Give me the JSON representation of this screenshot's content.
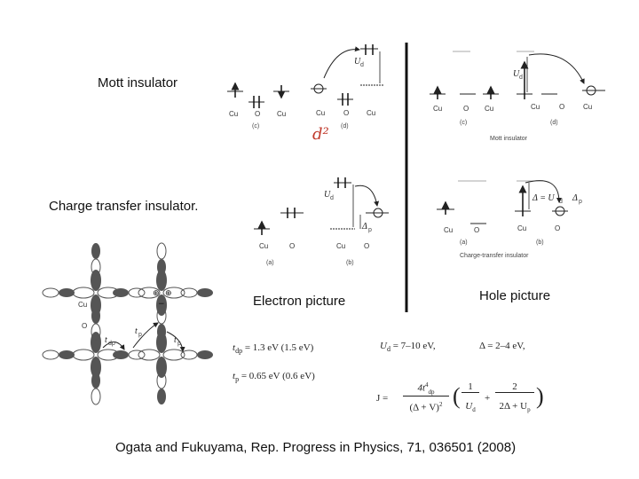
{
  "labels": {
    "mott_insulator": "Mott insulator",
    "charge_transfer_insulator": "Charge transfer insulator.",
    "electron_picture": "Electron picture",
    "hole_picture": "Hole picture",
    "citation": "Ogata and Fukuyama, Rep. Progress in Physics, 71, 036501 (2008)",
    "handwritten_note": "d²"
  },
  "diagram_text": {
    "cu": "Cu",
    "o": "O",
    "ud": "U",
    "ud_sub": "d",
    "delta_p": "Δ",
    "delta_p_sub": "p",
    "panel_c": "(c)",
    "panel_d": "(d)",
    "panel_a": "(a)",
    "panel_b": "(b)",
    "mott_caption": "Mott insulator",
    "ct_caption": "Charge-transfer insulator",
    "delta_eq_ud": "Δ = U",
    "lattice_cu": "Cu",
    "lattice_o": "O",
    "tdp": "t",
    "tdp_sub": "dp",
    "tp": "t",
    "tp_sub": "p"
  },
  "formulas": {
    "tdp_line": "t",
    "tdp_sub": "dp",
    "tdp_value": " = 1.3 eV (1.5 eV)",
    "tp_line": "t",
    "tp_sub": "p",
    "tp_value": " = 0.65 eV (0.6 eV)",
    "ud_line": "U",
    "ud_sub": "d",
    "ud_value": " = 7–10 eV,",
    "delta_value": "Δ = 2–4 eV,",
    "j_lhs": "J = ",
    "j_num": "4t",
    "j_num_sub": "dp",
    "j_num_sup": "4",
    "j_den": "(Δ + V)",
    "j_den_sup": "2",
    "j_term1_num": "1",
    "j_term1_den": "U",
    "j_term1_den_sub": "d",
    "j_plus": "+",
    "j_term2_num": "2",
    "j_term2_den": "2Δ + U",
    "j_term2_den_sub": "p"
  },
  "colors": {
    "ink": "#111111",
    "handwriting": "#c0392b",
    "orbital_dark": "#555555",
    "divider": "#111111"
  }
}
